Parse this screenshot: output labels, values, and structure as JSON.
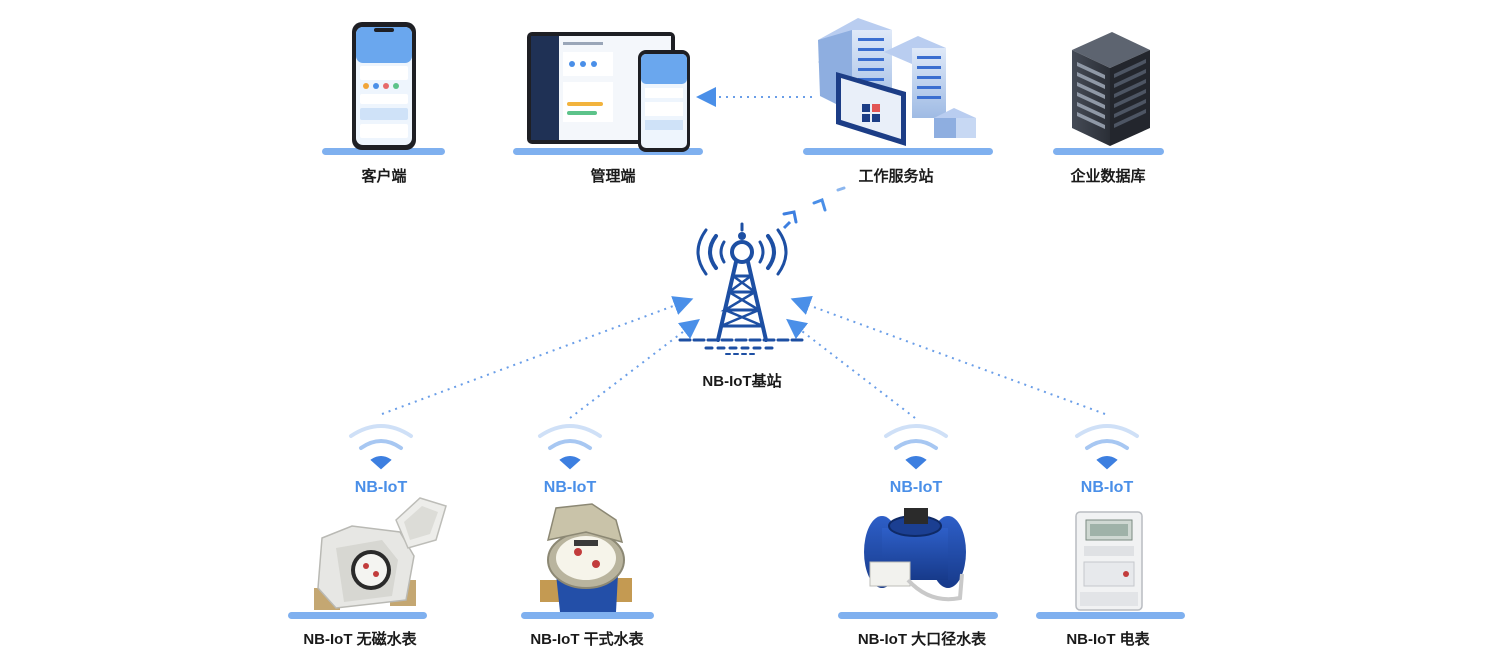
{
  "colors": {
    "accent": "#4a8fe8",
    "tower": "#1d4fa3",
    "base_bar": "#7fb0ef",
    "text": "#1a1a1a"
  },
  "top_nodes": [
    {
      "id": "client",
      "label": "客户端",
      "icon": "smartphone-icon"
    },
    {
      "id": "admin",
      "label": "管理端",
      "icon": "laptop-tablet-icon"
    },
    {
      "id": "server",
      "label": "工作服务站",
      "icon": "server-workstation-icon"
    },
    {
      "id": "database",
      "label": "企业数据库",
      "icon": "database-rack-icon"
    }
  ],
  "base_station": {
    "label": "NB-IoT基站",
    "icon": "cell-tower-icon"
  },
  "meters": [
    {
      "id": "m1",
      "signal": "NB-IoT",
      "label": "NB-IoT 无磁水表",
      "icon": "water-meter-icon"
    },
    {
      "id": "m2",
      "signal": "NB-IoT",
      "label": "NB-IoT 干式水表",
      "icon": "dry-water-meter-icon"
    },
    {
      "id": "m3",
      "signal": "NB-IoT",
      "label": "NB-IoT 大口径水表",
      "icon": "large-water-meter-icon"
    },
    {
      "id": "m4",
      "signal": "NB-IoT",
      "label": "NB-IoT 电表",
      "icon": "electric-meter-icon"
    }
  ]
}
